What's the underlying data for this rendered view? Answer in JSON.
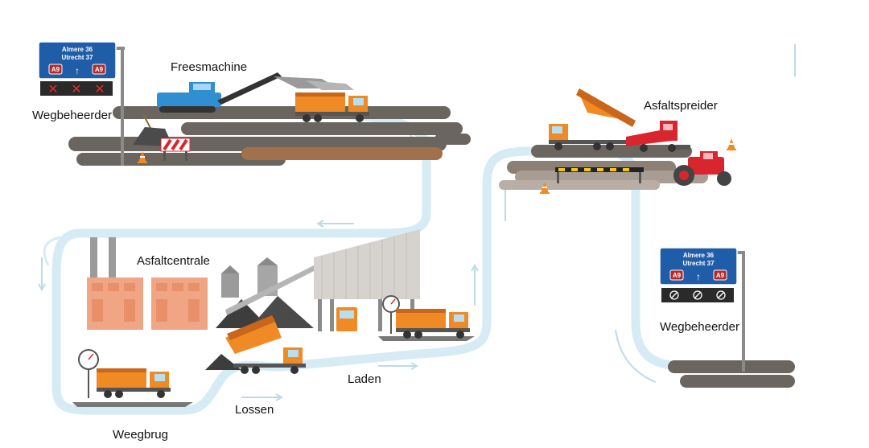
{
  "labels": {
    "wegbeheerder_1": "Wegbeheerder",
    "freesmachine": "Freesmachine",
    "asfaltspreider": "Asfaltspreider",
    "asfaltcentrale": "Asfaltcentrale",
    "wegbeheerder_2": "Wegbeheerder",
    "laden": "Laden",
    "lossen": "Lossen",
    "weegbrug": "Weegbrug"
  },
  "sign_left": {
    "line1": "Almere 36",
    "line2": "Utrecht 37",
    "shield_left": "A9",
    "shield_right": "A9",
    "lane_state": "closed"
  },
  "sign_right": {
    "line1": "Almere 36",
    "line2": "Utrecht 37",
    "shield_left": "A9",
    "shield_right": "A9",
    "lane_state": "end-of-restrictions"
  },
  "colors": {
    "flow": "#d6ebf3",
    "road": "#6b6560",
    "sign_blue": "#1f5da8",
    "truck_orange": "#f08a24",
    "milling_blue": "#2f8fd1",
    "spreader_red": "#d9252e",
    "plant_brick": "#f0a585"
  }
}
